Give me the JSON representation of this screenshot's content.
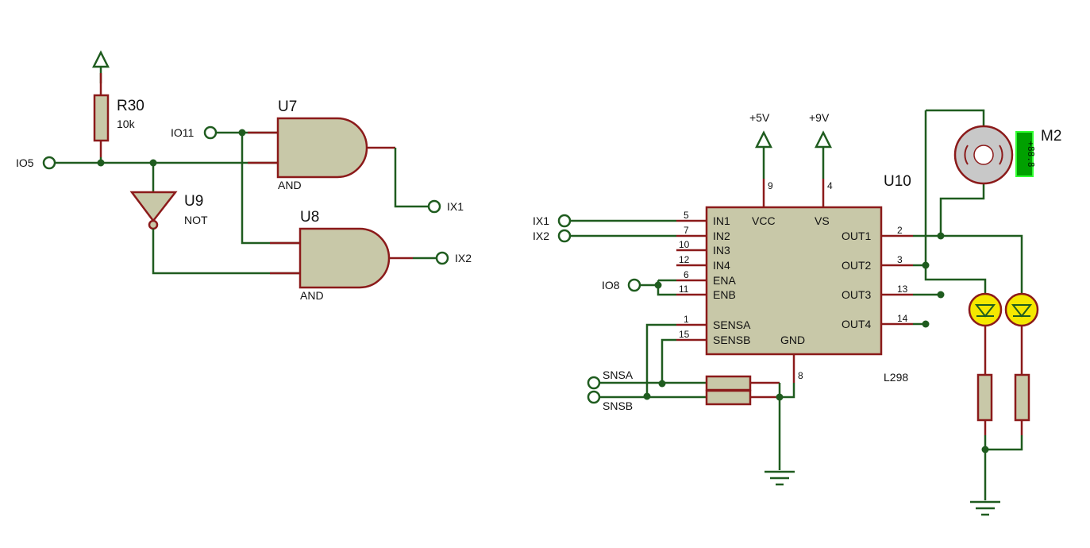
{
  "components": {
    "r30": {
      "ref": "R30",
      "value": "10k"
    },
    "u7": {
      "ref": "U7",
      "type": "AND"
    },
    "u8": {
      "ref": "U8",
      "type": "AND"
    },
    "u9": {
      "ref": "U9",
      "type": "NOT"
    },
    "u10": {
      "ref": "U10",
      "part": "L298",
      "left_pins": [
        {
          "name": "IN1",
          "num": "5"
        },
        {
          "name": "IN2",
          "num": "7"
        },
        {
          "name": "IN3",
          "num": "10"
        },
        {
          "name": "IN4",
          "num": "12"
        },
        {
          "name": "ENA",
          "num": "6"
        },
        {
          "name": "ENB",
          "num": "11"
        },
        {
          "name": "SENSA",
          "num": "1"
        },
        {
          "name": "SENSB",
          "num": "15"
        }
      ],
      "right_pins": [
        {
          "name": "OUT1",
          "num": "2"
        },
        {
          "name": "OUT2",
          "num": "3"
        },
        {
          "name": "OUT3",
          "num": "13"
        },
        {
          "name": "OUT4",
          "num": "14"
        }
      ],
      "top_pins": [
        {
          "name": "VCC",
          "num": "9"
        },
        {
          "name": "VS",
          "num": "4"
        }
      ],
      "bottom_pins": [
        {
          "name": "GND",
          "num": "8"
        }
      ]
    },
    "m2": {
      "ref": "M2",
      "display": "+88.8"
    }
  },
  "terminals": {
    "io5": "IO5",
    "io11": "IO11",
    "ix1_out": "IX1",
    "ix2_out": "IX2",
    "ix1_in": "IX1",
    "ix2_in": "IX2",
    "io8": "IO8",
    "snsa": "SNSA",
    "snsb": "SNSB"
  },
  "power": {
    "v5": "+5V",
    "v9": "+9V"
  }
}
